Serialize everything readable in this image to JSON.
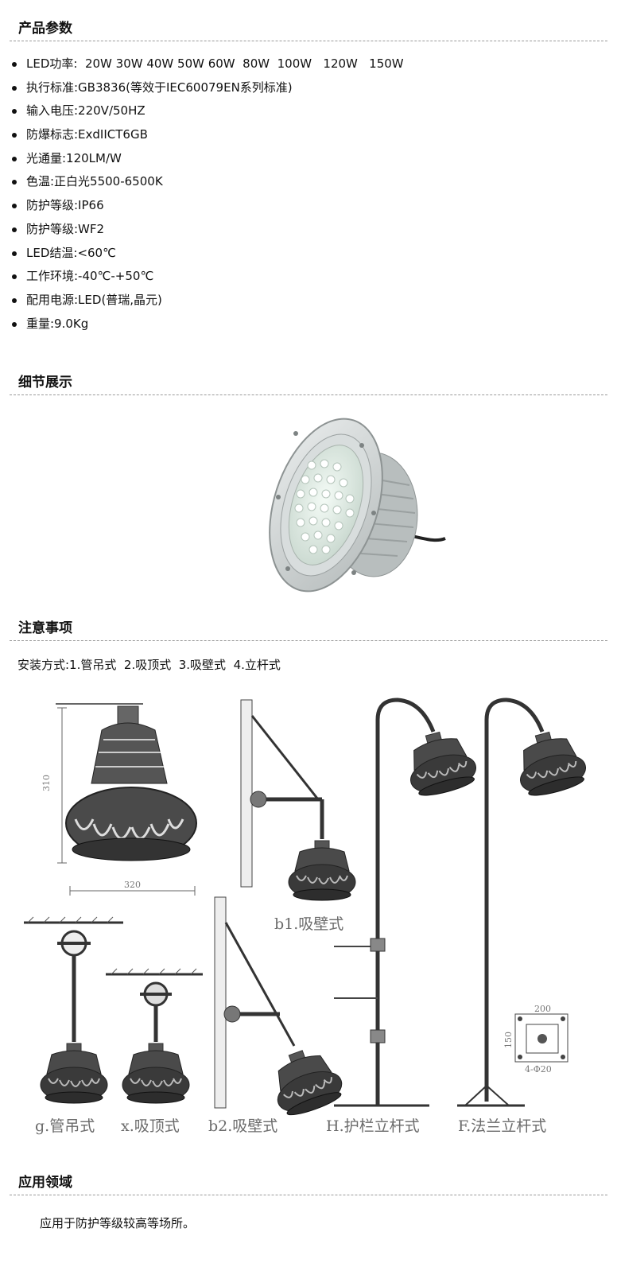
{
  "sections": {
    "params_title": "产品参数",
    "detail_title": "细节展示",
    "notes_title": "注意事项",
    "application_title": "应用领域"
  },
  "params": [
    "LED功率:  20W 30W 40W 50W 60W  80W  100W   120W   150W",
    "执行标准:GB3836(等效于IEC60079EN系列标准)",
    "输入电压:220V/50HZ",
    "防爆标志:ExdIICT6GB",
    "光通量:120LM/W",
    "色温:正白光5500-6500K",
    "防护等级:IP66",
    "防护等级:WF2",
    "LED结温:<60℃",
    "工作环境:-40℃-+50℃",
    "配用电源:LED(普瑞,晶元)",
    "重量:9.0Kg"
  ],
  "install_methods": "安装方式:1.管吊式  2.吸顶式  3.吸壁式  4.立杆式",
  "diagram": {
    "dim_height": "310",
    "dim_width": "320",
    "captions": {
      "b1": "b1.吸壁式",
      "g": "g.管吊式",
      "x": "x.吸顶式",
      "b2": "b2.吸壁式",
      "h": "H.护栏立杆式",
      "f": "F.法兰立杆式"
    },
    "flange_dim_top": "200",
    "flange_dim_side": "150",
    "flange_holes": "4-Φ20"
  },
  "application_text": "应用于防护等级较高等场所。",
  "colors": {
    "text": "#111111",
    "divider": "#9a9a9a",
    "drawing": "#3a3a3a",
    "caption": "#6b6b6b"
  }
}
